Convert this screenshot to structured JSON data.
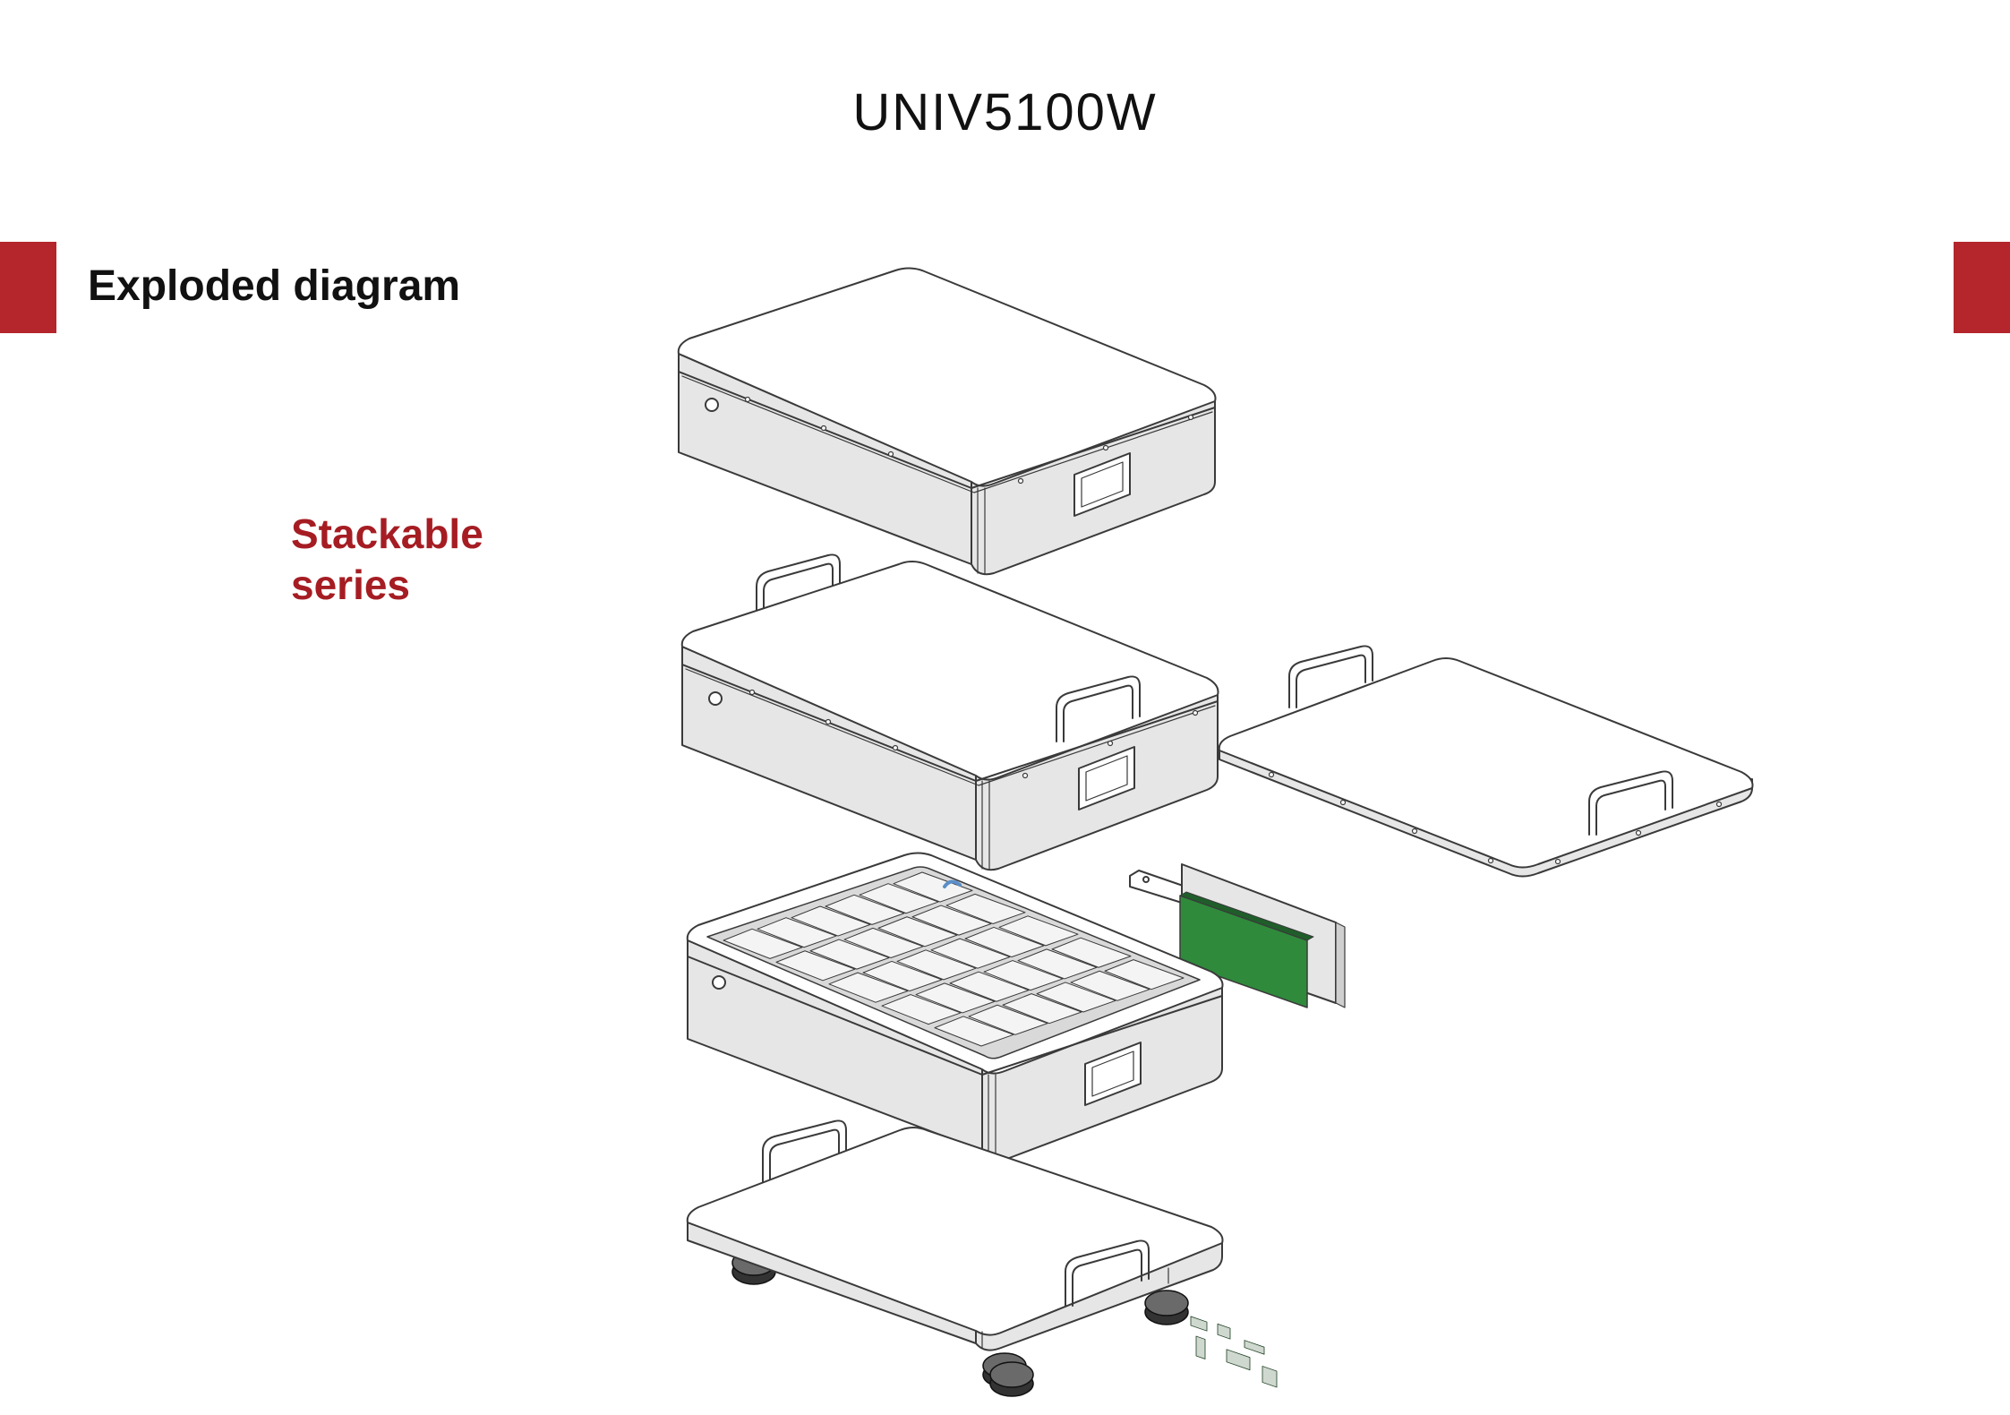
{
  "title": "UNIV5100W",
  "section_heading": "Exploded diagram",
  "subtitle_lines": [
    "Stackable",
    "series"
  ],
  "colors": {
    "accent": "#b4252c",
    "subtitle": "#a51d23",
    "line": "#3a3a3a",
    "panel_fill": "#e6e6e6",
    "top_fill": "#ffffff",
    "pcb": "#2f8a3c",
    "pcb_dark": "#1f5e2a",
    "cell": "#f4f4f4",
    "wheel": "#333333"
  },
  "components": [
    {
      "id": "top-cover-module",
      "icon": "enclosure-icon"
    },
    {
      "id": "middle-module-with-handles",
      "icon": "enclosure-icon"
    },
    {
      "id": "side-lid-panel",
      "icon": "lid-icon"
    },
    {
      "id": "pcb-board",
      "icon": "circuit-board-icon"
    },
    {
      "id": "battery-cell-module",
      "icon": "battery-cells-icon"
    },
    {
      "id": "wheeled-base",
      "icon": "wheeled-base-icon"
    }
  ]
}
